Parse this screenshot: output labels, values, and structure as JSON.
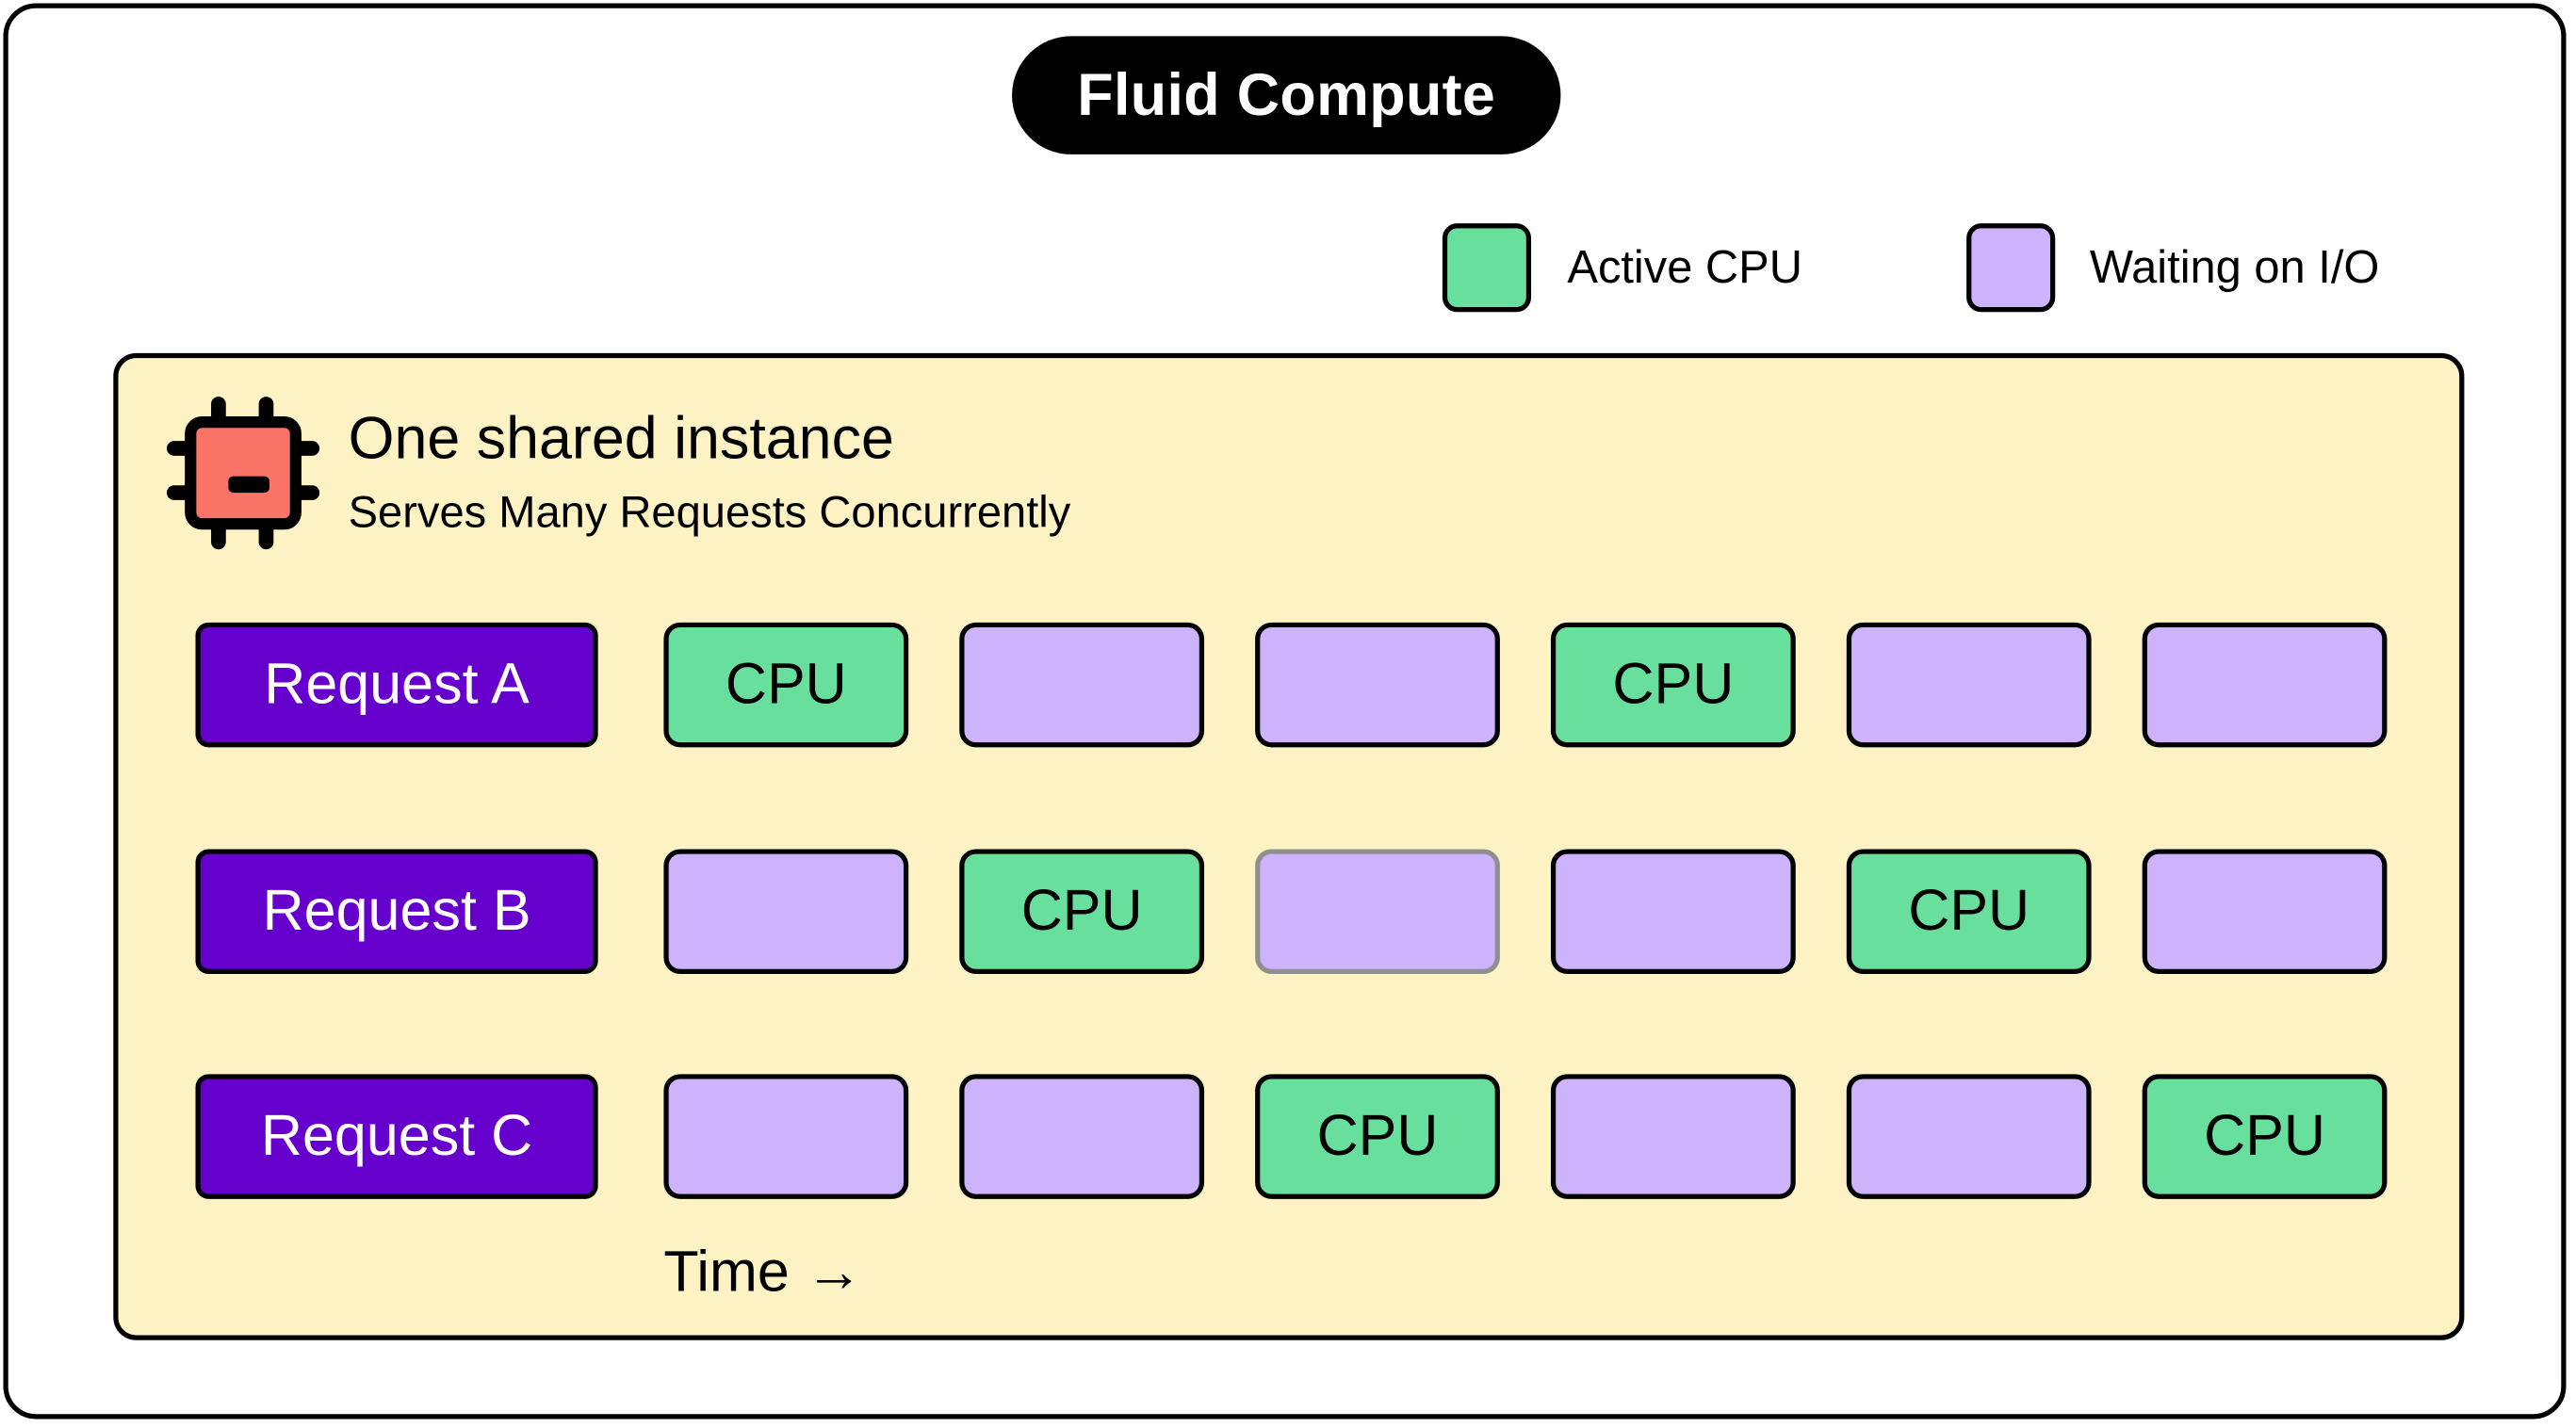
{
  "title": "Fluid Compute",
  "legend": {
    "active": {
      "label": "Active CPU",
      "color": "#69df9d"
    },
    "waiting": {
      "label": "Waiting on I/O",
      "color": "#cdb3fb"
    }
  },
  "instance": {
    "title": "One shared instance",
    "subtitle": "Serves Many Requests Concurrently",
    "icon": "cpu-chip-icon"
  },
  "requests": [
    {
      "label": "Request A",
      "slots": [
        "cpu",
        "io",
        "io",
        "cpu",
        "io",
        "io"
      ]
    },
    {
      "label": "Request B",
      "slots": [
        "io",
        "cpu",
        "io",
        "io",
        "cpu",
        "io"
      ]
    },
    {
      "label": "Request C",
      "slots": [
        "io",
        "io",
        "cpu",
        "io",
        "io",
        "cpu"
      ]
    }
  ],
  "cpu_label": "CPU",
  "time_label": "Time →",
  "colors": {
    "request_bg": "#6600cc",
    "panel_bg": "#fdf2c4",
    "chip_fill": "#fa7468"
  }
}
